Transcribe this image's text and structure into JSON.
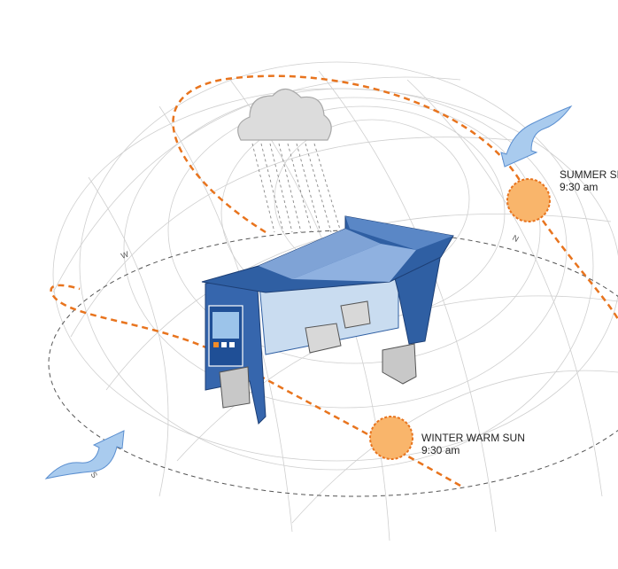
{
  "diagram": {
    "summer_sun": {
      "title": "SUMMER SH",
      "time": "9:30 am"
    },
    "winter_sun": {
      "title": "WINTER WARM SUN",
      "time": "9:30 am"
    },
    "compass": {
      "north": "N",
      "west": "W",
      "south": "S"
    },
    "colors": {
      "sun_path": "#e8741e",
      "sun_fill": "#f9b56b",
      "shelter_blue": "#2f5fa3",
      "roof_light": "#7fa3d6",
      "wind_arrow": "#a9cbee",
      "cloud": "#dcdcdc",
      "grid": "#d0d0d0"
    },
    "icons": [
      "cloud-icon",
      "rain-icon",
      "wind-arrow-icon",
      "sun-icon"
    ]
  }
}
